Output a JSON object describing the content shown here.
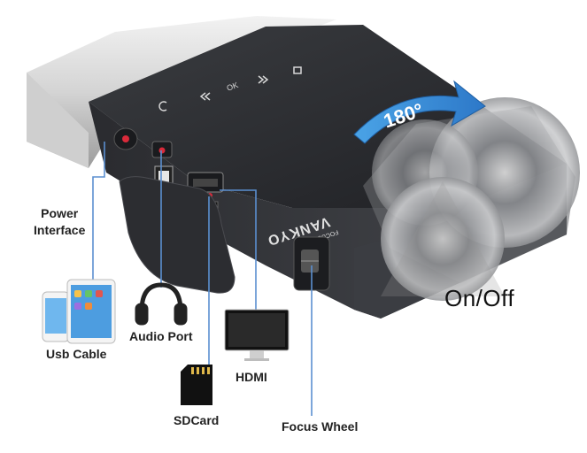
{
  "labels": {
    "power_line1": "Power",
    "power_line2": "Interface",
    "usb": "Usb Cable",
    "audio": "Audio Port",
    "hdmi": "HDMI",
    "sdcard": "SDCard",
    "focus": "Focus Wheel",
    "onoff": "On/Off",
    "rotation": "180°"
  },
  "device": {
    "brand": "VANKYO",
    "focus_marker": "FOCUS"
  },
  "colors": {
    "callout_line": "#5b8fd0",
    "arrow": "#3b8fd6",
    "device_body": "#2b2d31",
    "device_silver": "#d9d9d9"
  }
}
